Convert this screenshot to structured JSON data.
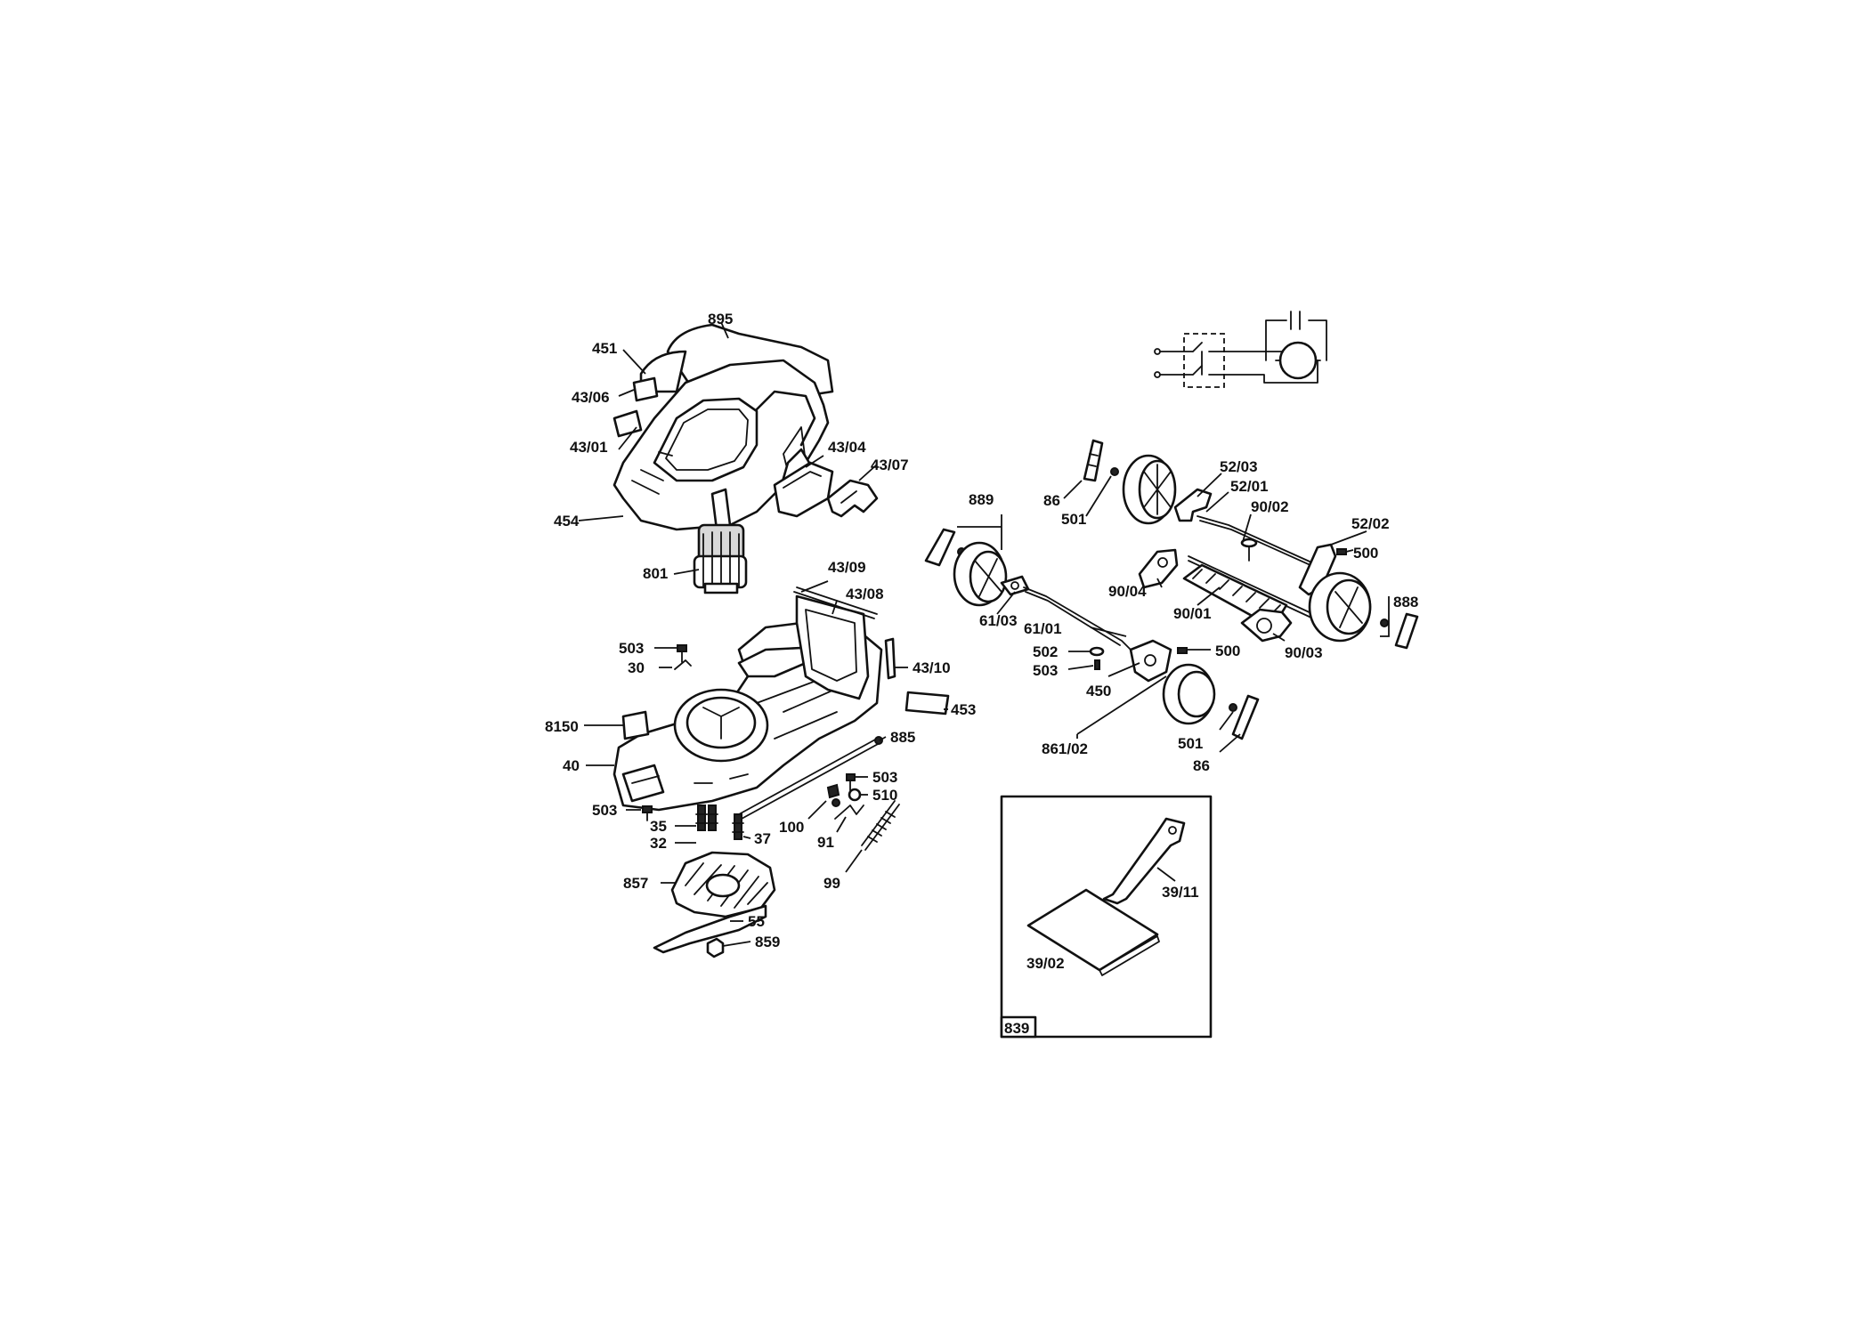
{
  "callouts": {
    "c895": "895",
    "c451": "451",
    "c43_06": "43/06",
    "c43_01": "43/01",
    "c454": "454",
    "c43_04": "43/04",
    "c43_07": "43/07",
    "c801": "801",
    "c43_09": "43/09",
    "c43_08": "43/08",
    "c503_a": "503",
    "c30": "30",
    "c43_10": "43/10",
    "c453": "453",
    "c8150": "8150",
    "c885": "885",
    "c40": "40",
    "c503_b": "503",
    "c510": "510",
    "c503_c": "503",
    "c100": "100",
    "c35": "35",
    "c37": "37",
    "c32": "32",
    "c91": "91",
    "c99": "99",
    "c857": "857",
    "c55": "55",
    "c859": "859",
    "c86_a": "86",
    "c501_a": "501",
    "c52_03": "52/03",
    "c52_01": "52/01",
    "c90_02": "90/02",
    "c889": "889",
    "c52_02": "52/02",
    "c500_a": "500",
    "c90_04": "90/04",
    "c888": "888",
    "c61_03": "61/03",
    "c90_01": "90/01",
    "c61_01": "61/01",
    "c90_03": "90/03",
    "c502": "502",
    "c500_b": "500",
    "c503_d": "503",
    "c450": "450",
    "c501_b": "501",
    "c861_02": "861/02",
    "c86_b": "86",
    "c39_11": "39/11",
    "c39_02": "39/02",
    "c839": "839"
  },
  "colors": {
    "line": "#111111",
    "background": "#ffffff"
  }
}
